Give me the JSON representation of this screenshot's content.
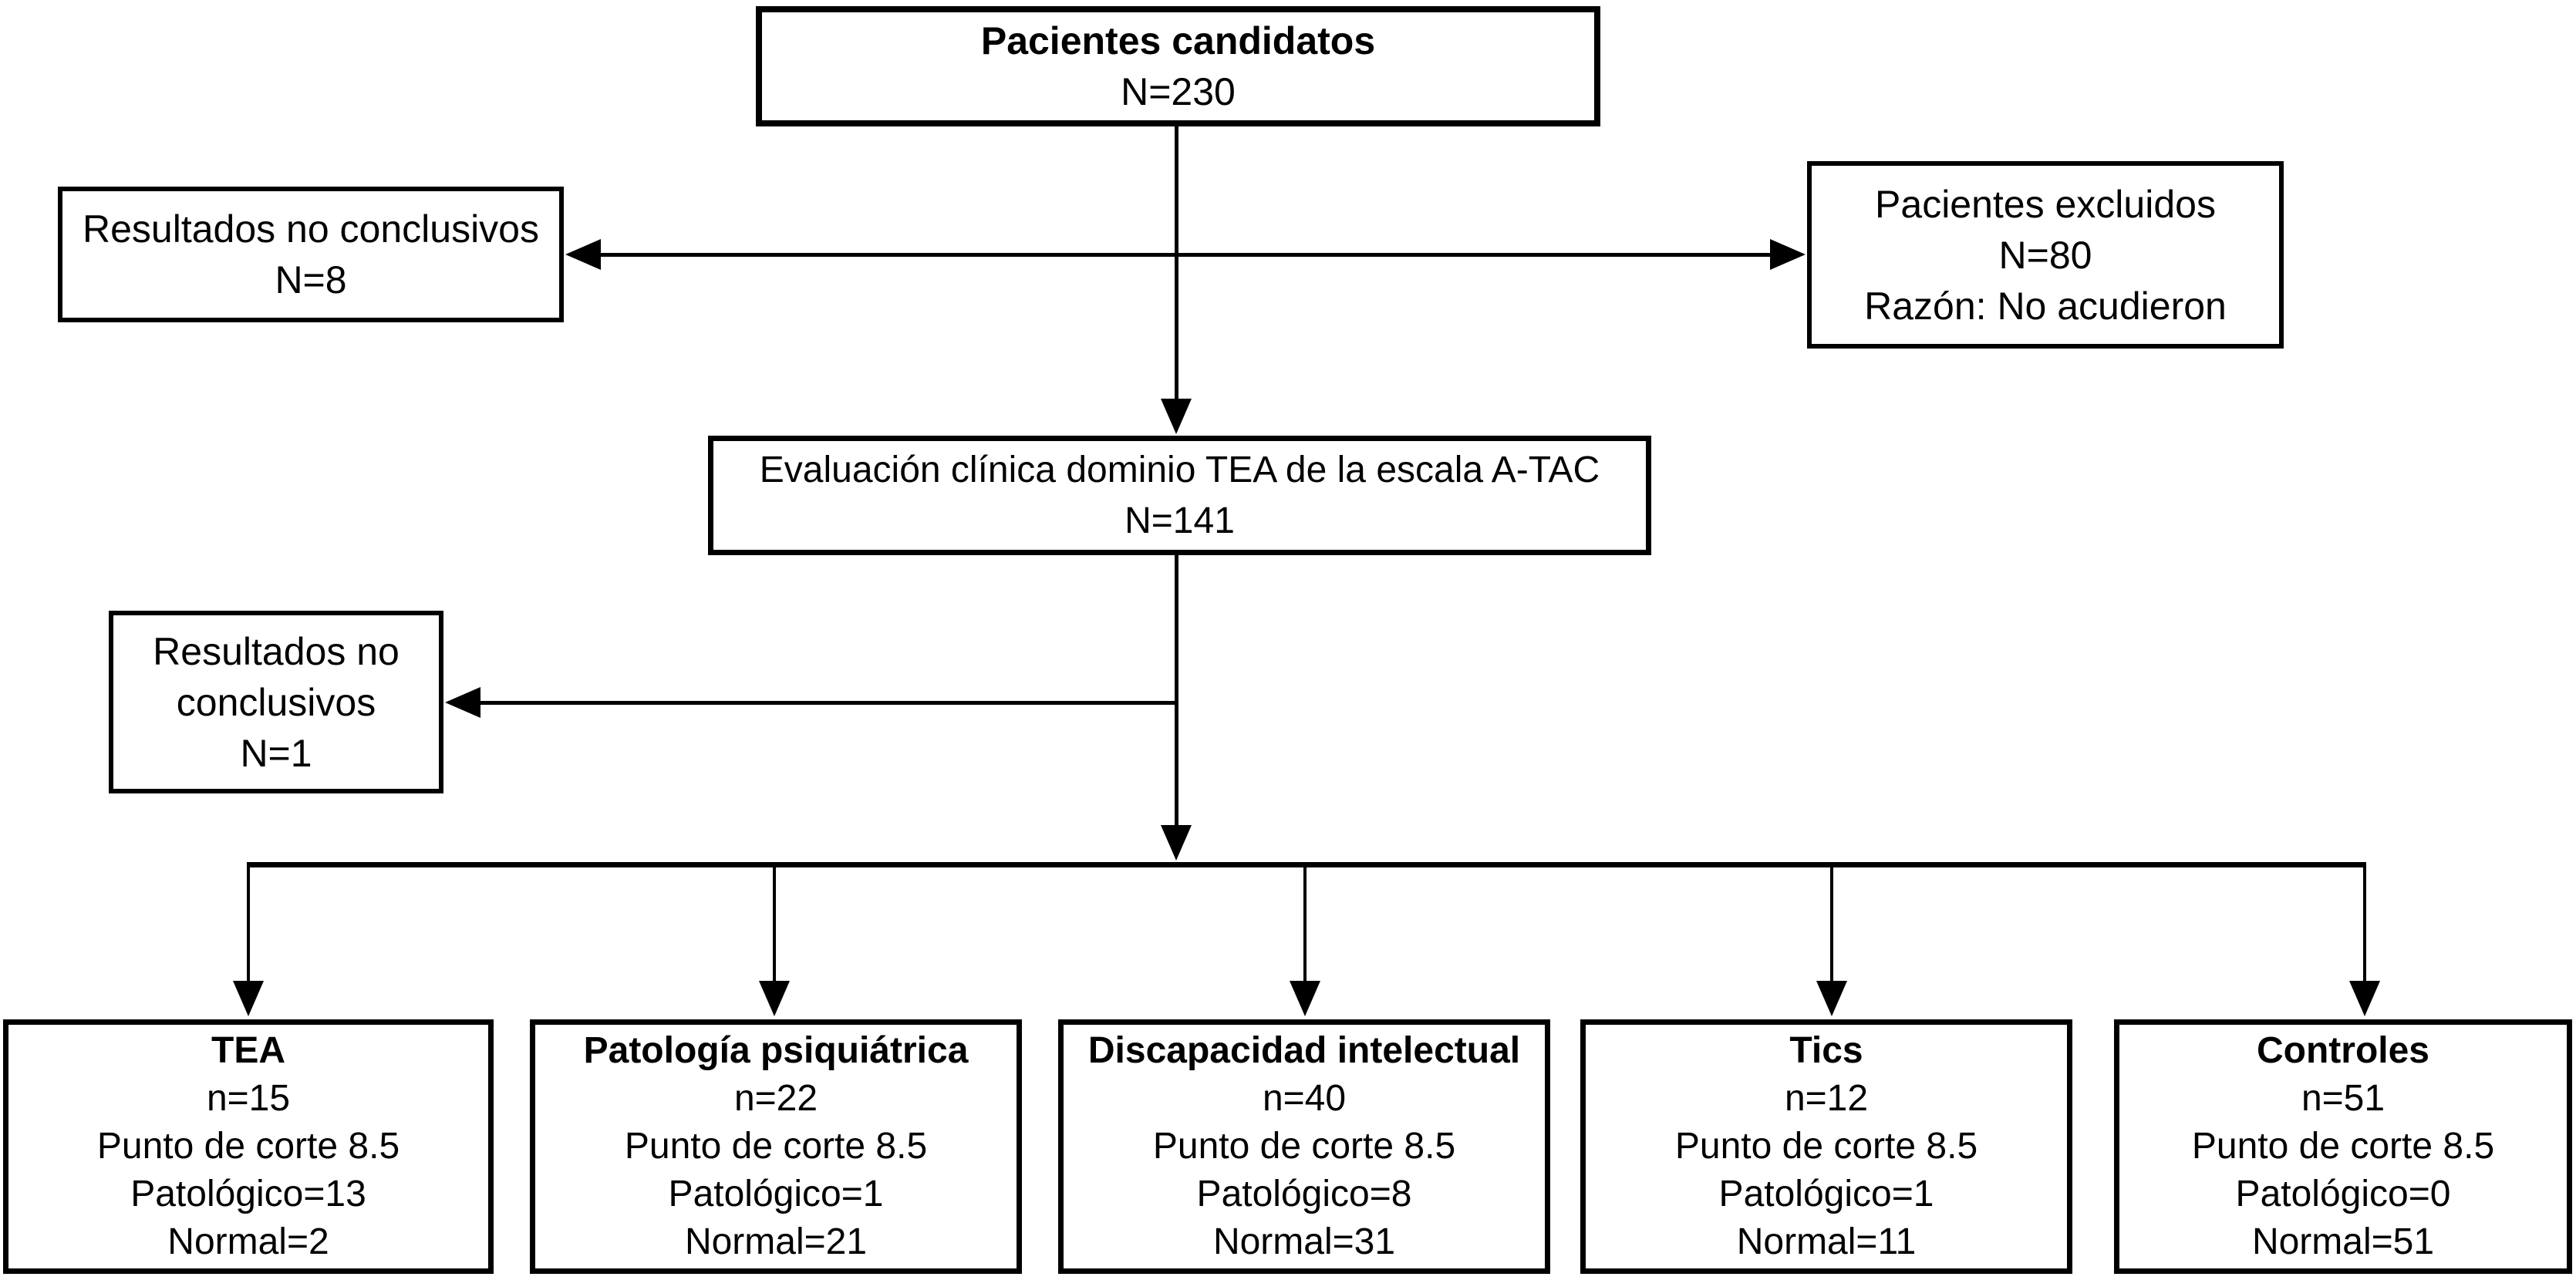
{
  "diagram": {
    "top_box": {
      "title": "Pacientes candidatos",
      "n": "N=230"
    },
    "no_conclusive_first": {
      "line1": "Resultados no conclusivos",
      "line2": "N=8"
    },
    "excluded": {
      "line1": "Pacientes excluidos",
      "line2": "N=80",
      "line3": "Razón: No acudieron"
    },
    "evaluation": {
      "line1": "Evaluación clínica dominio TEA de la escala A-TAC",
      "line2": "N=141"
    },
    "no_conclusive_second": {
      "line1": "Resultados no",
      "line2": "conclusivos",
      "line3": "N=1"
    },
    "groups": [
      {
        "title": "TEA",
        "n": "n=15",
        "cutoff": "Punto de corte 8.5",
        "pathological": "Patológico=13",
        "normal": "Normal=2"
      },
      {
        "title": "Patología psiquiátrica",
        "n": "n=22",
        "cutoff": "Punto de corte 8.5",
        "pathological": "Patológico=1",
        "normal": "Normal=21"
      },
      {
        "title": "Discapacidad intelectual",
        "n": "n=40",
        "cutoff": "Punto de corte 8.5",
        "pathological": "Patológico=8",
        "normal": "Normal=31"
      },
      {
        "title": "Tics",
        "n": "n=12",
        "cutoff": "Punto de corte 8.5",
        "pathological": "Patológico=1",
        "normal": "Normal=11"
      },
      {
        "title": "Controles",
        "n": "n=51",
        "cutoff": "Punto de corte 8.5",
        "pathological": "Patológico=0",
        "normal": "Normal=51"
      }
    ]
  },
  "colors": {
    "line": "#000000",
    "background": "#ffffff"
  }
}
